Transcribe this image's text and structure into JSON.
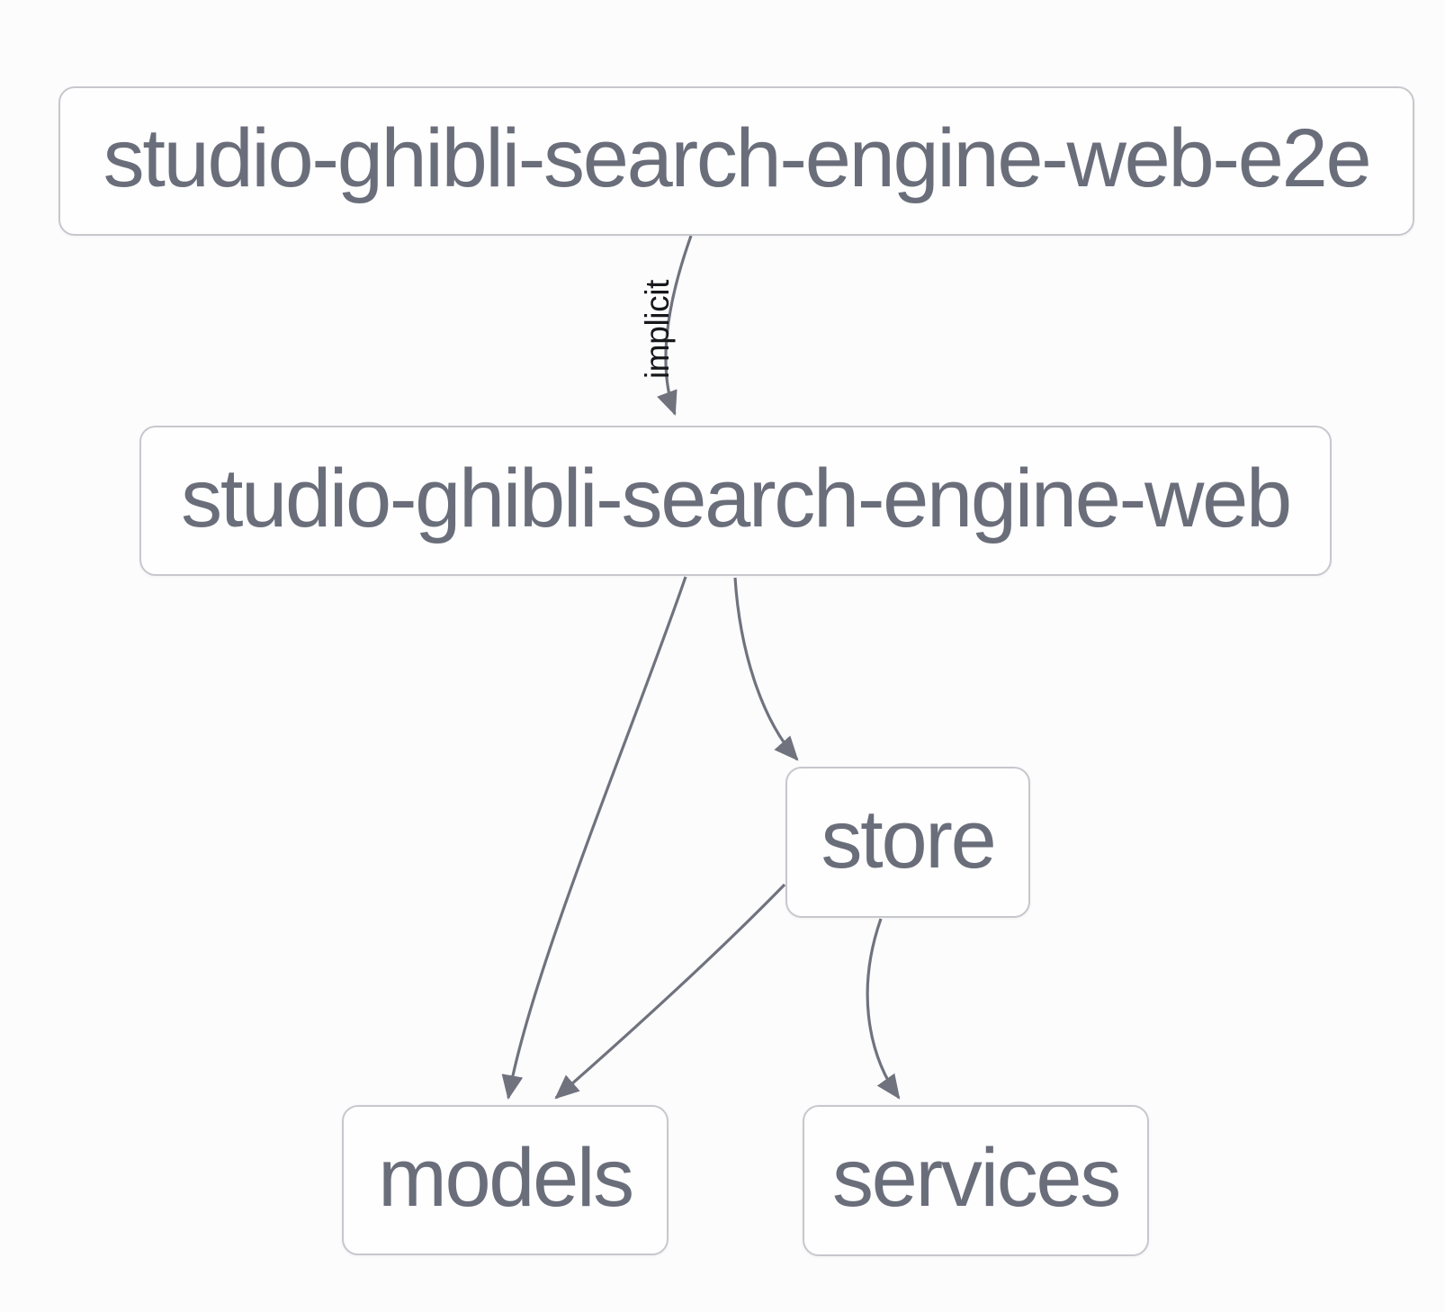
{
  "diagram": {
    "type": "dependency-graph",
    "nodes": {
      "e2e": {
        "label": "studio-ghibli-search-engine-web-e2e"
      },
      "web": {
        "label": "studio-ghibli-search-engine-web"
      },
      "store": {
        "label": "store"
      },
      "models": {
        "label": "models"
      },
      "services": {
        "label": "services"
      }
    },
    "edges": [
      {
        "from": "studio-ghibli-search-engine-web-e2e",
        "to": "studio-ghibli-search-engine-web",
        "label": "implicit"
      },
      {
        "from": "studio-ghibli-search-engine-web",
        "to": "models",
        "label": ""
      },
      {
        "from": "studio-ghibli-search-engine-web",
        "to": "store",
        "label": ""
      },
      {
        "from": "store",
        "to": "models",
        "label": ""
      },
      {
        "from": "store",
        "to": "services",
        "label": ""
      }
    ]
  },
  "colors": {
    "background": "#fcfcfd",
    "node_fill": "#fefefe",
    "node_border": "#c7c8cd",
    "node_text": "#6a6e7a",
    "edge_stroke": "#70737e",
    "edge_label_text": "#17181c"
  }
}
